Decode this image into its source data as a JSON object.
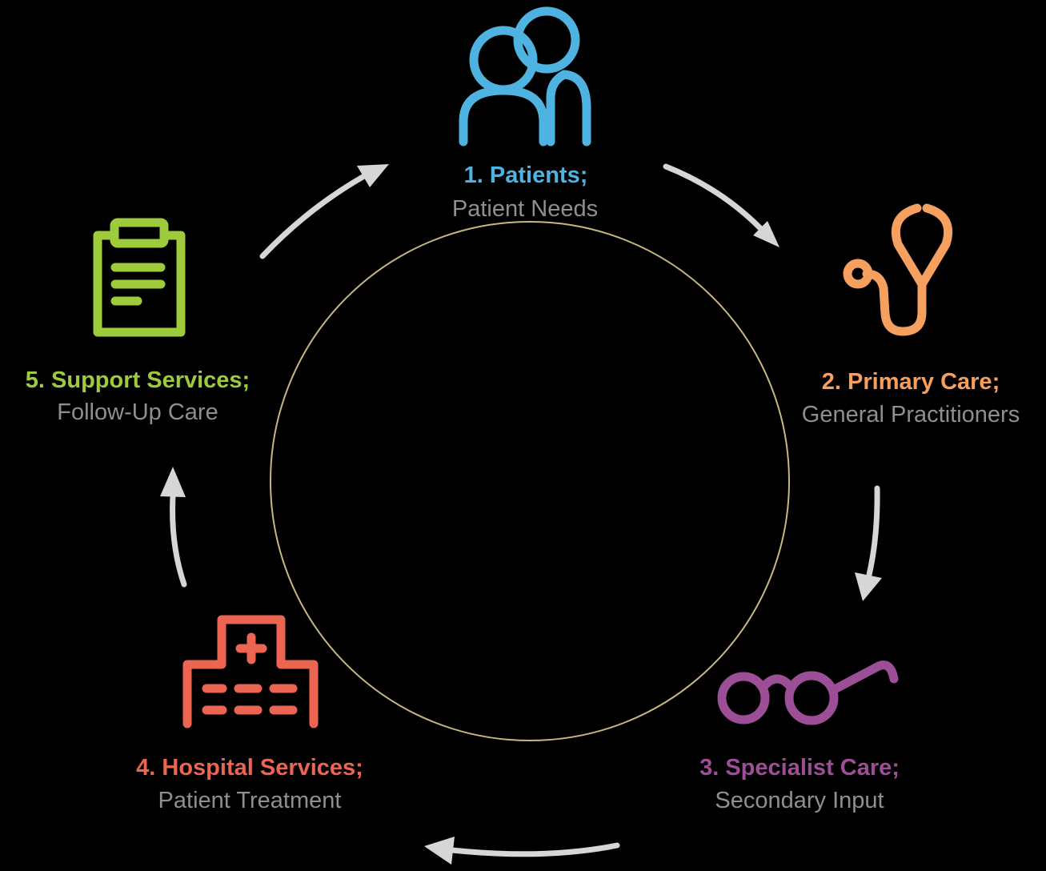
{
  "colors": {
    "background": "#000000",
    "patients": "#4fb3e2",
    "primary_care": "#f6a05f",
    "specialist_care": "#9c4f96",
    "hospital_services": "#ec6552",
    "support_services": "#9dcb3b",
    "subtitle": "#8f8f8f",
    "arrows": "#d6d6d6",
    "center_circle": "#c7b780"
  },
  "stages": [
    {
      "title": "1. Patients;",
      "subtitle": "Patient Needs",
      "icon": "people-icon"
    },
    {
      "title": "2. Primary Care;",
      "subtitle": "General Practitioners",
      "icon": "stethoscope-icon"
    },
    {
      "title": "3. Specialist Care;",
      "subtitle": "Secondary Input",
      "icon": "glasses-icon"
    },
    {
      "title": "4. Hospital Services;",
      "subtitle": "Patient Treatment",
      "icon": "hospital-icon"
    },
    {
      "title": "5. Support Services;",
      "subtitle": "Follow-Up Care",
      "icon": "clipboard-icon"
    }
  ]
}
